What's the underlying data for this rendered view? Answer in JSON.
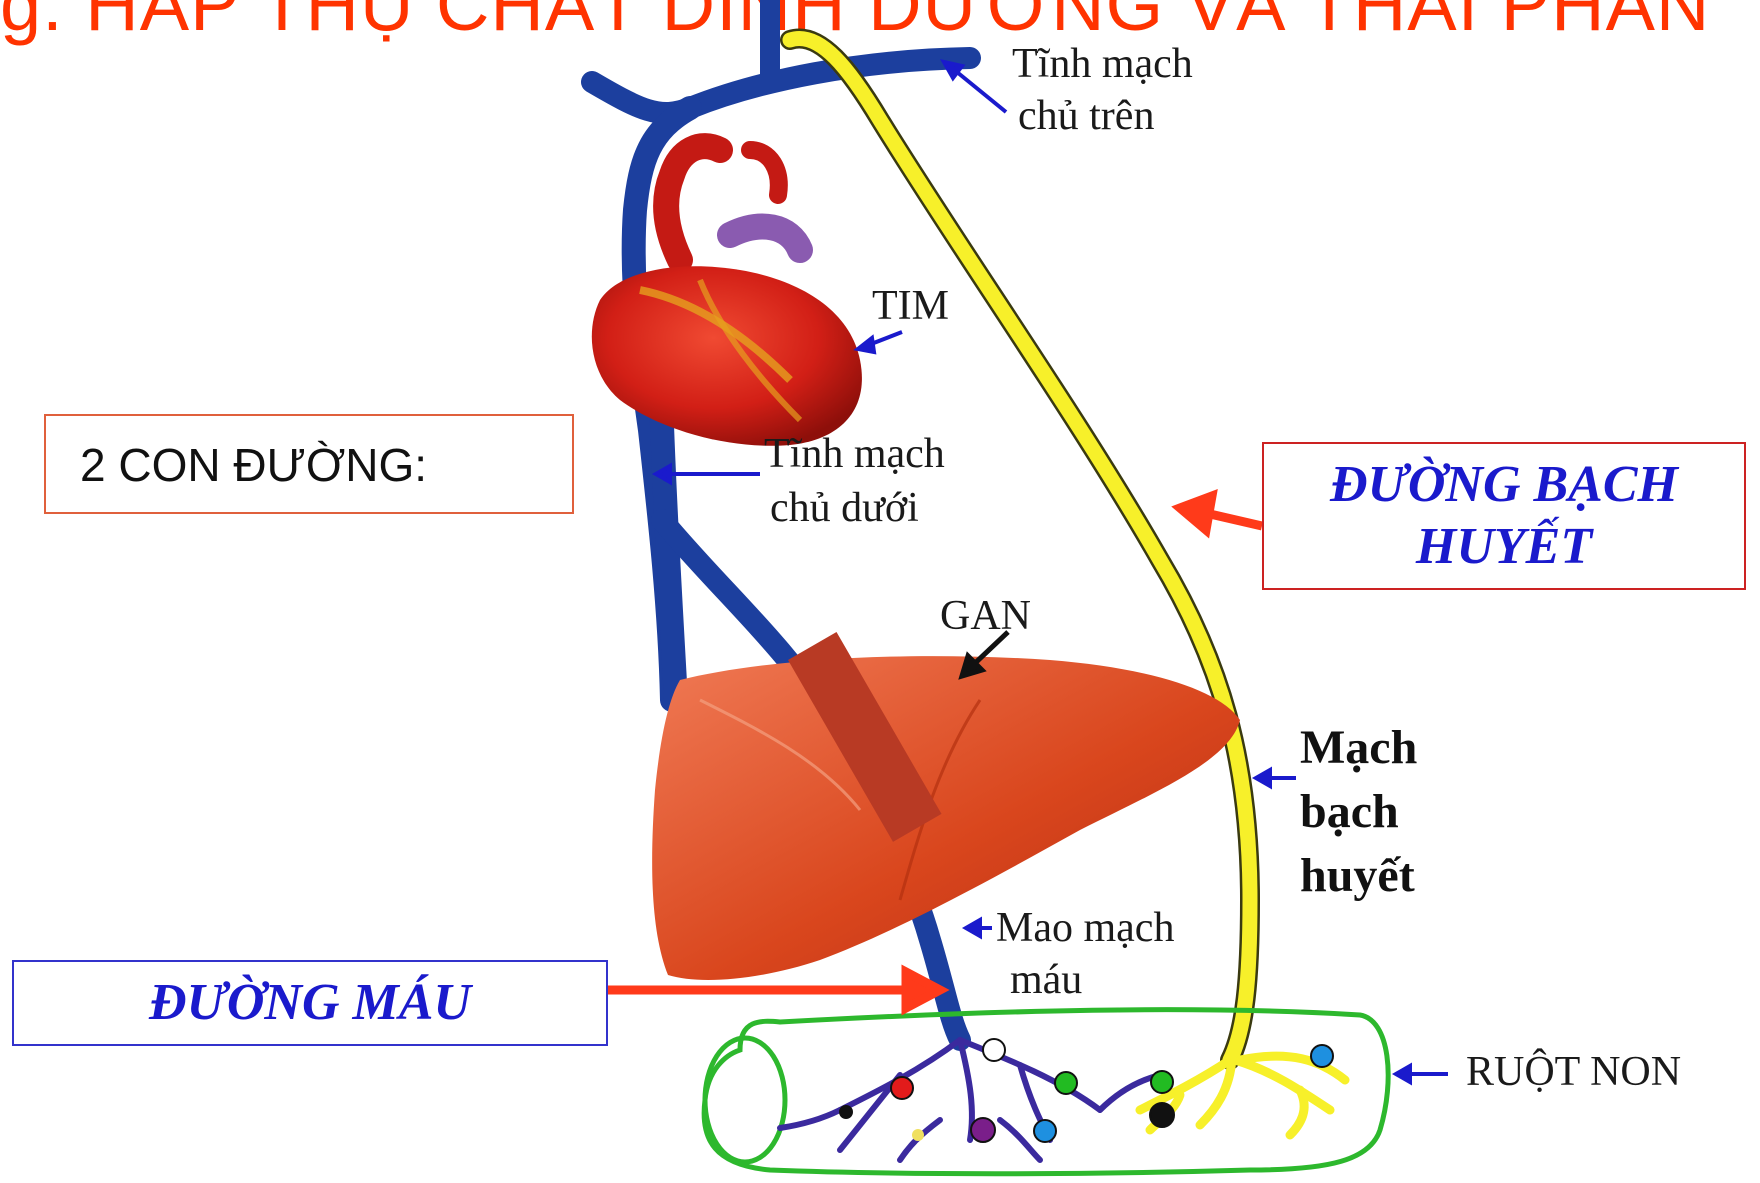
{
  "title": {
    "prefix": "g",
    "text": ". HẤP THỤ CHẤT DINH DƯỠNG VÀ THẢI PHÂN"
  },
  "boxes": {
    "ways": "2 CON ĐƯỜNG:",
    "blood": "ĐƯỜNG MÁU",
    "lymph_line1": "ĐƯỜNG BẠCH",
    "lymph_line2": "HUYẾT"
  },
  "labels": {
    "svc_1": "Tĩnh mạch",
    "svc_2": "chủ trên",
    "heart": "TIM",
    "ivc_1": "Tĩnh mạch",
    "ivc_2": "chủ  dưới",
    "liver": "GAN",
    "lymph_vessel_1": "Mạch",
    "lymph_vessel_2": "bạch",
    "lymph_vessel_3": "huyết",
    "capillary_1": "Mao mạch",
    "capillary_2": "máu",
    "intestine": "RUỘT NON"
  },
  "colors": {
    "title": "#ff3300",
    "vein": "#1c3f9e",
    "lymph": "#f7f02a",
    "heart": "#d8231b",
    "liver": "#d94a1f",
    "intestine_outline": "#2db82d",
    "arrow_blue": "#1a1acc",
    "arrow_red": "#ff3a1a"
  },
  "icons": [
    "heart-icon",
    "liver-icon",
    "small-intestine-icon"
  ],
  "nutrient_dots": [
    "white",
    "red",
    "green",
    "green",
    "black",
    "black",
    "purple",
    "blue",
    "blue",
    "yellow"
  ]
}
